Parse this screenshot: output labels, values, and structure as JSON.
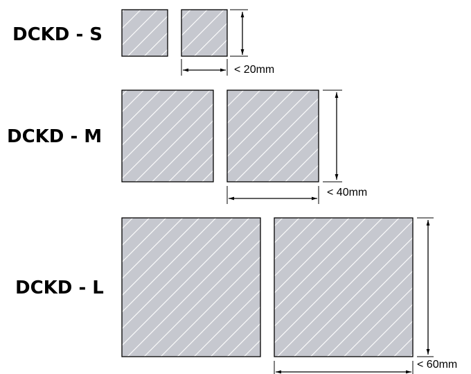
{
  "sizes": [
    {
      "label": "DCKD - S",
      "dimension": "< 20mm"
    },
    {
      "label": "DCKD - M",
      "dimension": "< 40mm"
    },
    {
      "label": "DCKD - L",
      "dimension": "< 60mm"
    }
  ],
  "colors": {
    "fill": "#c6c8cf",
    "hatch": "#ffffff",
    "stroke": "#000000"
  }
}
